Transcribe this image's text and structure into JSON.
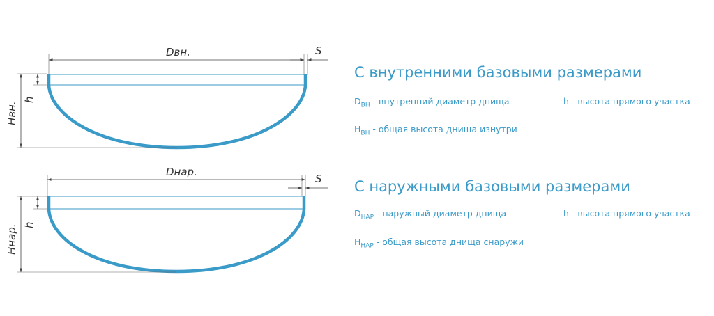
{
  "colors": {
    "accent": "#3a9ac8",
    "lines": "#444444"
  },
  "top": {
    "diameter_label": "Dвн.",
    "thickness_label": "S",
    "height_label": "h",
    "total_height_label": "Hвн.",
    "heading": "С внутренними базовыми размерами",
    "legend": {
      "d_symbol": "D",
      "d_sub": "ВН",
      "d_text": " - внутренний диаметр днища",
      "h_text": "h - высота прямого участка",
      "H_symbol": "H",
      "H_sub": "ВН",
      "H_text": " - общая высота днища изнутри"
    }
  },
  "bottom": {
    "diameter_label": "Dнар.",
    "thickness_label": "S",
    "height_label": "h",
    "total_height_label": "Hнар.",
    "heading": "С наружными базовыми размерами",
    "legend": {
      "d_symbol": "D",
      "d_sub": "НАР",
      "d_text": " - наружный диаметр днища",
      "h_text": "h - высота прямого участка",
      "H_symbol": "H",
      "H_sub": "НАР",
      "H_text": " - общая высота днища снаружи"
    }
  }
}
